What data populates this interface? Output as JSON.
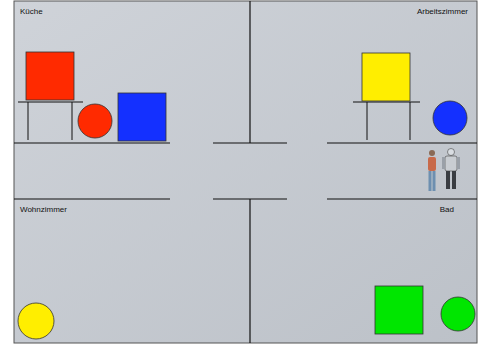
{
  "diagram": {
    "labels": [
      "Küche",
      "Arbeitszimmer",
      "Wohnzimmer",
      "Bad"
    ]
  }
}
